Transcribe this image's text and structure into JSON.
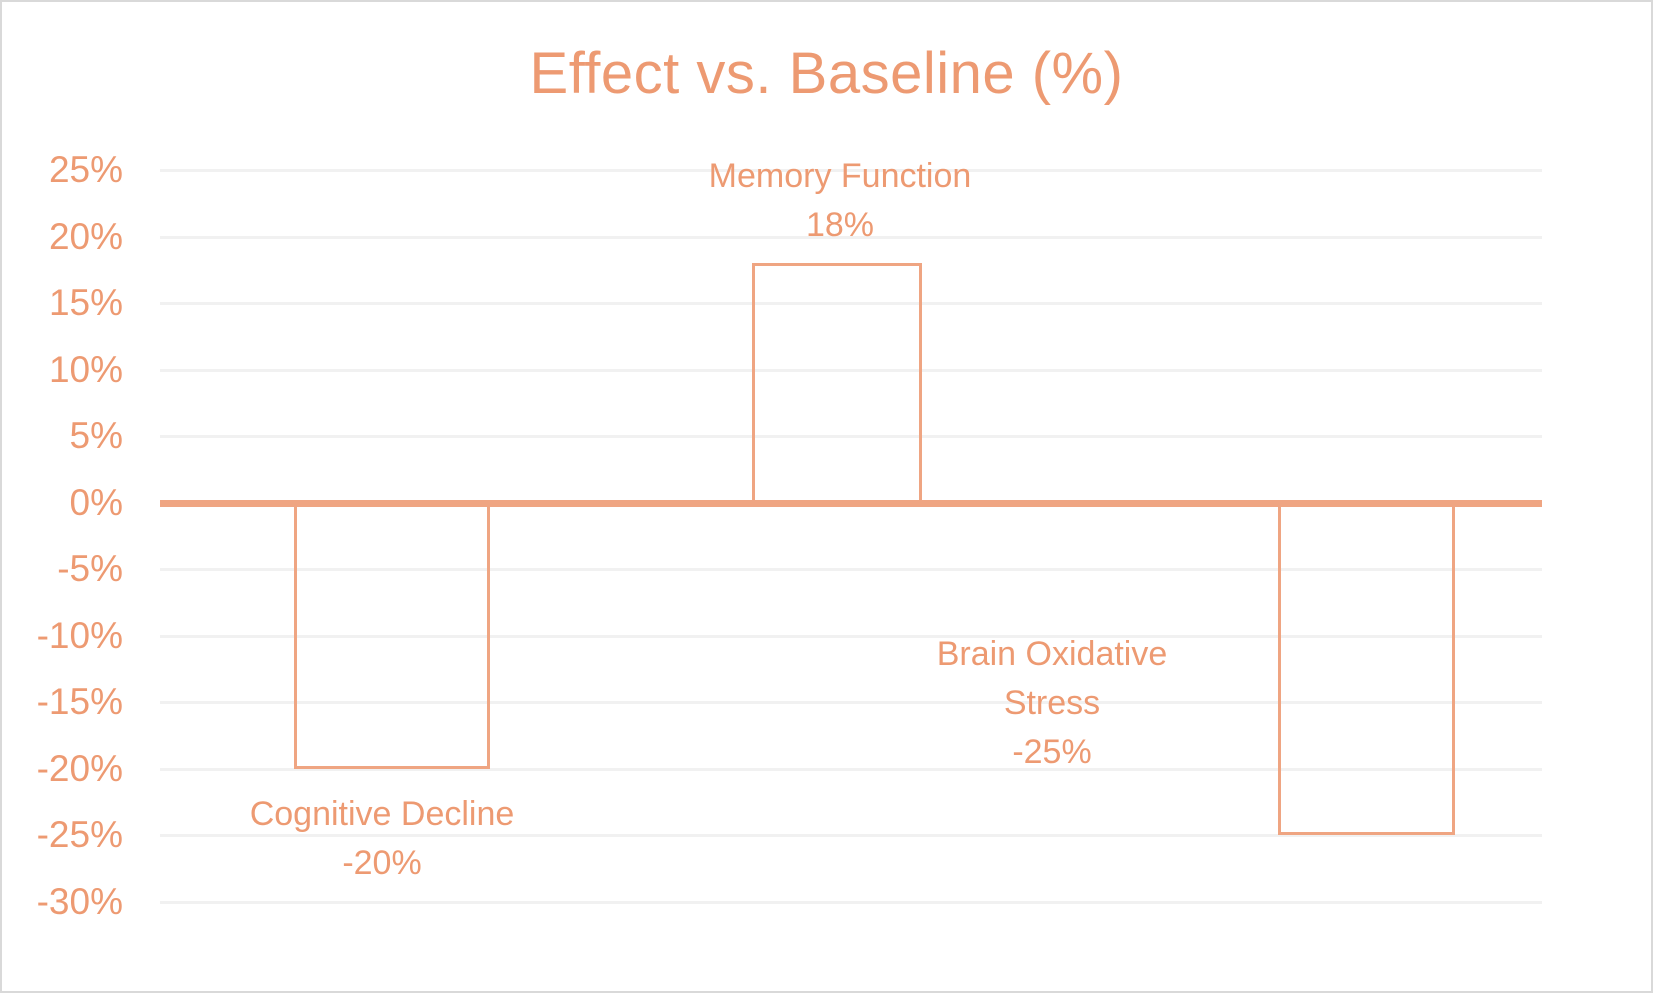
{
  "chart_data": {
    "type": "bar",
    "title": "Effect vs. Baseline (%)",
    "xlabel": "",
    "ylabel": "",
    "categories": [
      "Cognitive Decline",
      "Memory Function",
      "Brain Oxidative Stress"
    ],
    "values": [
      -20,
      18,
      -25
    ],
    "value_labels": [
      "-20%",
      "18%",
      "-25%"
    ],
    "ylim": [
      -30,
      25
    ],
    "ytick_values": [
      25,
      20,
      15,
      10,
      5,
      0,
      -5,
      -10,
      -15,
      -20,
      -25,
      -30
    ],
    "ytick_labels": [
      "25%",
      "20%",
      "15%",
      "10%",
      "5%",
      "0%",
      "-5%",
      "-10%",
      "-15%",
      "-20%",
      "-25%",
      "-30%"
    ],
    "grid": true,
    "legend": false,
    "legend_position": "none",
    "series": [
      {
        "name": "Effect vs. Baseline (%)",
        "values": [
          -20,
          18,
          -25
        ]
      }
    ],
    "annotations": [
      {
        "text": "Cognitive Decline\n-20%",
        "category": "Cognitive Decline"
      },
      {
        "text": "Memory Function\n18%",
        "category": "Memory Function"
      },
      {
        "text": "Brain Oxidative\nStress\n-25%",
        "category": "Brain Oxidative Stress"
      }
    ]
  },
  "style": {
    "accent": "#ED9A72",
    "bar_stroke": "#EFA582",
    "zero_line": "#EFA582",
    "gridline": "#f1f1f1",
    "frame": "#d9d9d9",
    "background": "#ffffff"
  },
  "labels": {
    "bar0": "Cognitive Decline\n-20%",
    "bar1": "Memory Function\n18%",
    "bar2": "Brain Oxidative\nStress\n-25%"
  }
}
